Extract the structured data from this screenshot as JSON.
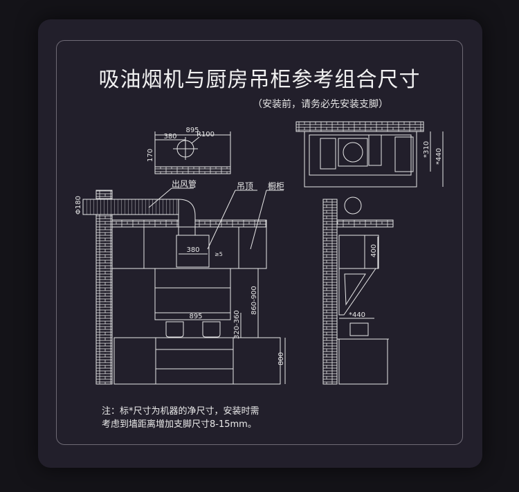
{
  "title": "吸油烟机与厨房吊柜参考组合尺寸",
  "subtitle": "（安装前，请务必先安装支脚）",
  "plan_view": {
    "width": "895",
    "offset": "380",
    "radius": "R100",
    "height": "170"
  },
  "front_view": {
    "duct_label": "出风管",
    "ceiling_label": "吊顶",
    "cabinet_label": "橱柜",
    "duct_diameter": "Φ180",
    "hood_box_width": "380",
    "gap": "≥5",
    "hood_width": "895",
    "hood_height_range": "860-900",
    "hob_clearance": "320-360",
    "counter_height": "800"
  },
  "top_view": {
    "depth_inner": "*310",
    "depth_outer": "*440"
  },
  "side_view": {
    "cabinet_height": "400",
    "hood_depth": "*440"
  },
  "note": {
    "line1": "注：标*尺寸为机器的净尺寸，安装时需",
    "line2": "考虑到墙距离增加支脚尺寸8-15mm。"
  },
  "colors": {
    "background": "#141318",
    "card": "#221f2b",
    "line": "#e8e8e8"
  }
}
